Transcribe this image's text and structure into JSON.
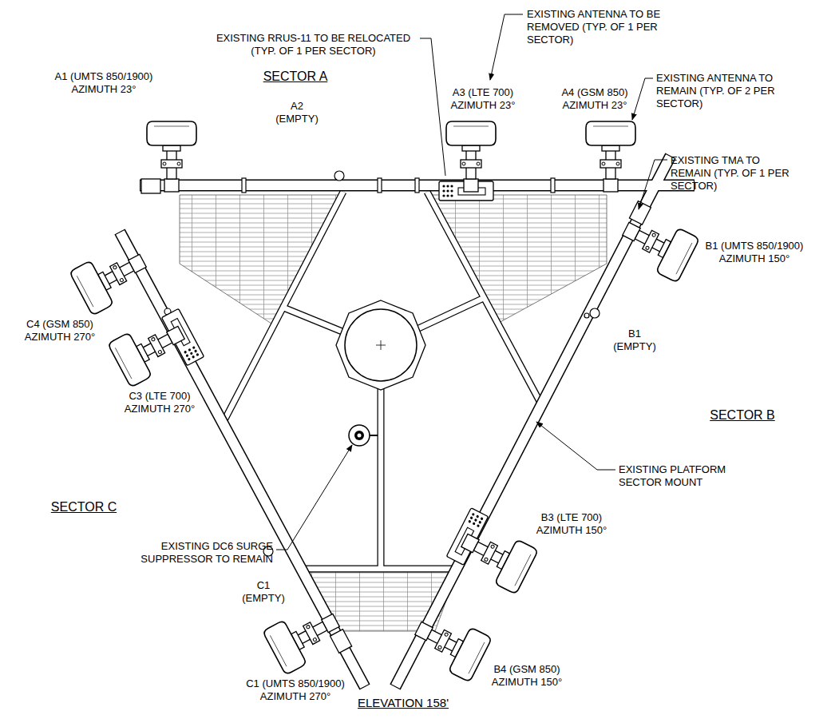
{
  "diagram": {
    "caption": "ELEVATION 158'",
    "labels": [
      "EXISTING RRUS-11 TO BE RELOCATED (TYP. OF 1 PER SECTOR)",
      "EXISTING ANTENNA TO BE REMOVED (TYP. OF 1 PER SECTOR)",
      "EXISTING ANTENNA TO REMAIN (TYP. OF 2 PER SECTOR)",
      "EXISTING TMA TO REMAIN (TYP. OF 1 PER SECTOR)",
      "A1 (UMTS 850/1900) AZIMUTH 23°",
      "SECTOR A",
      "A2 (EMPTY)",
      "A3 (LTE 700) AZIMUTH 23°",
      "A4 (GSM 850) AZIMUTH 23°",
      "C4 (GSM 850) AZIMUTH 270°",
      "B1 (UMTS 850/1900) AZIMUTH 150°",
      "B1 (EMPTY)",
      "C3 (LTE 700) AZIMUTH 270°",
      "SECTOR B",
      "EXISTING PLATFORM SECTOR MOUNT",
      "SECTOR C",
      "EXISTING DC6 SURGE SUPPRESSOR TO REMAIN",
      "C1 (EMPTY)",
      "B3 (LTE 700) AZIMUTH 150°",
      "C1 (UMTS 850/1900) AZIMUTH 270°",
      "B4 (GSM 850) AZIMUTH 150°"
    ]
  }
}
